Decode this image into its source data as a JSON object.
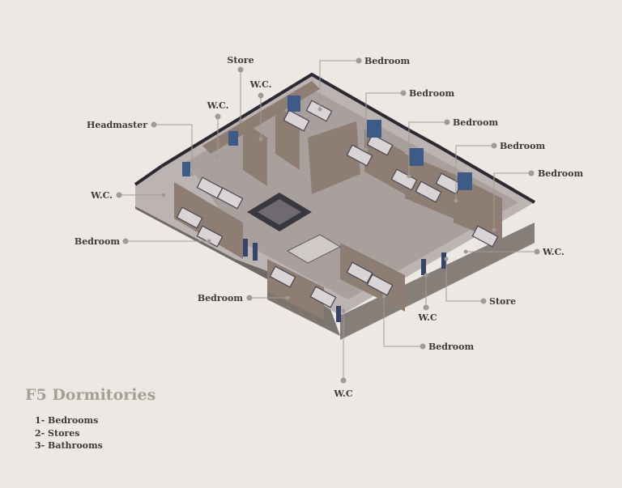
{
  "title": "F5 Dormitories",
  "legend": [
    "1- Bedrooms",
    "2- Stores",
    "3- Bathrooms"
  ],
  "callouts": [
    {
      "id": "store-top",
      "text": "Store"
    },
    {
      "id": "bedroom-1",
      "text": "Bedroom"
    },
    {
      "id": "wc-1",
      "text": "W.C."
    },
    {
      "id": "bedroom-2",
      "text": "Bedroom"
    },
    {
      "id": "wc-2",
      "text": "W.C."
    },
    {
      "id": "bedroom-3",
      "text": "Bedroom"
    },
    {
      "id": "headmaster",
      "text": "Headmaster"
    },
    {
      "id": "bedroom-4",
      "text": "Bedroom"
    },
    {
      "id": "bedroom-5",
      "text": "Bedroom"
    },
    {
      "id": "wc-left",
      "text": "W.C."
    },
    {
      "id": "bedroom-left",
      "text": "Bedroom"
    },
    {
      "id": "wc-right",
      "text": "W.C."
    },
    {
      "id": "store-right",
      "text": "Store"
    },
    {
      "id": "bedroom-bottom-left",
      "text": "Bedroom"
    },
    {
      "id": "wc-bottom-1",
      "text": "W.C"
    },
    {
      "id": "bedroom-bottom-right",
      "text": "Bedroom"
    },
    {
      "id": "wc-bottom-2",
      "text": "W.C"
    }
  ],
  "colors": {
    "background": "#ece8e4",
    "leader": "#a39a94",
    "label": "#3d3a38",
    "title": "#a89e96",
    "wall_top": "#2b2a33",
    "floor": "#bcb4b3",
    "brick": "#7b746f",
    "room_wall": "#8e7d72"
  }
}
